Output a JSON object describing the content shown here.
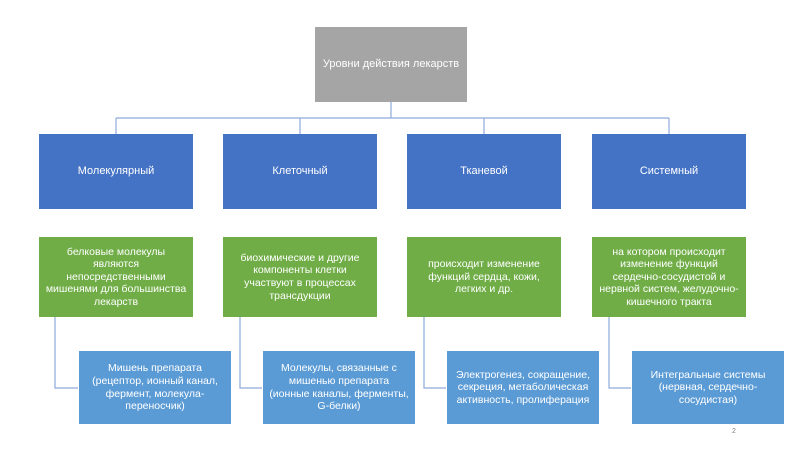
{
  "root": {
    "label": "Уровни действия лекарств"
  },
  "levels": [
    {
      "label": "Молекулярный",
      "description": "белковые молекулы являются непосредственными мишенями для большинства лекарств",
      "example": "Мишень препарата (рецептор, ионный канал, фермент, молекула-переносчик)"
    },
    {
      "label": "Клеточный",
      "description": "биохимические и другие компоненты клетки участвуют в процессах трансдукции",
      "example": "Молекулы, связанные с мишенью препарата (ионные каналы, ферменты, G-белки)"
    },
    {
      "label": "Тканевой",
      "description": "происходит изменение функций сердца, кожи, легких и др.",
      "example": "Электрогенез, сокращение, секреция, метаболическая активность, пролиферация"
    },
    {
      "label": "Системный",
      "description": "на котором происходит изменение функций сердечно-сосудистой и нервной систем, желудочно-кишечного тракта",
      "example": "Интегральные системы (нервная, сердечно-сосудистая)"
    }
  ],
  "page_number": "2",
  "colors": {
    "root": "#a5a5a5",
    "level": "#4472c4",
    "description": "#70ad47",
    "example": "#5b9bd5",
    "connector": "#8eaadb"
  }
}
